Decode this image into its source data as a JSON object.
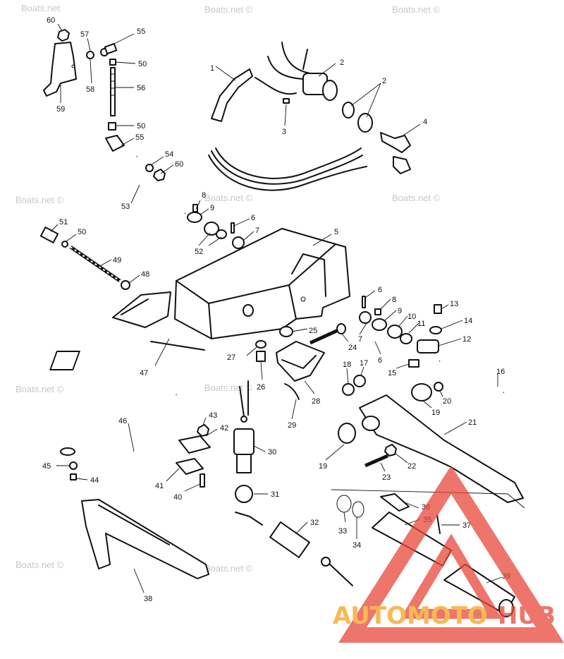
{
  "watermarks": [
    "Boats.net",
    "Boats.net ©",
    "Boats.net ©",
    "Boats.net ©",
    "Boats.net ©",
    "Boats.net ©",
    "Boats.net ©",
    "Boats.net ©",
    "Boats.net ©",
    "Boats.net ©"
  ],
  "logo": {
    "text_a": "AUTOMOTO",
    "text_b": "HUB",
    "accent": "#e8473a",
    "secondary": "#f3a21c"
  },
  "callouts": [
    "60",
    "57",
    "55",
    "50",
    "58",
    "56",
    "59",
    "50",
    "55",
    "54",
    "60",
    "53",
    "8",
    "9",
    "51",
    "50",
    "52",
    "6",
    "7",
    "49",
    "48",
    "47",
    "1",
    "2",
    "2",
    "3",
    "4",
    "5",
    "6",
    "8",
    "9",
    "10",
    "11",
    "13",
    "14",
    "12",
    "7",
    "6",
    "25",
    "24",
    "27",
    "26",
    "28",
    "29",
    "15",
    "16",
    "18",
    "17",
    "20",
    "19",
    "21",
    "19",
    "22",
    "23",
    "46",
    "43",
    "42",
    "30",
    "45",
    "44",
    "41",
    "40",
    "31",
    "32",
    "33",
    "34",
    "35",
    "36",
    "37",
    "38",
    "39"
  ]
}
